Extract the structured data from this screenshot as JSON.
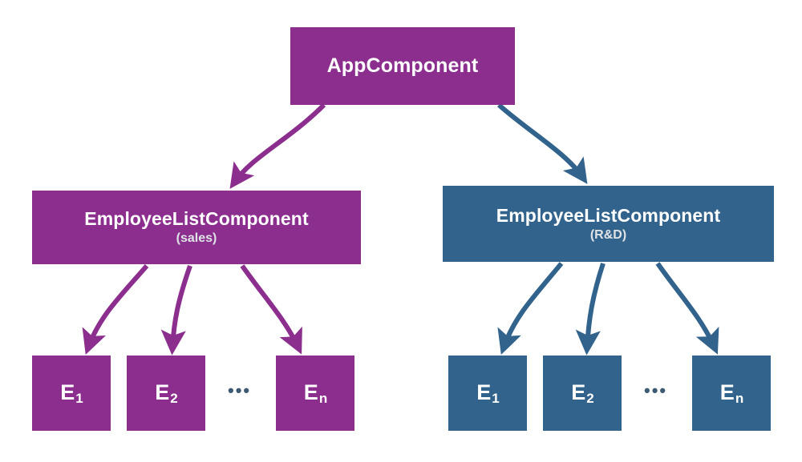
{
  "diagram": {
    "title": "Angular component tree with two EmployeeListComponent instances",
    "colors": {
      "purple": "#8B2E8E",
      "blue": "#32638C",
      "background": "#FFFFFF",
      "node_text": "#FFFFFF",
      "node_subtext": "#DFE3E6",
      "ellipsis": "#3D5A73"
    }
  },
  "nodes": {
    "root": {
      "label": "AppComponent",
      "color": "#8B2E8E"
    },
    "sales_list": {
      "label": "EmployeeListComponent",
      "sublabel": "(sales)",
      "color": "#8B2E8E"
    },
    "rd_list": {
      "label": "EmployeeListComponent",
      "sublabel": "(R&D)",
      "color": "#32638C"
    }
  },
  "sales_employees": [
    {
      "base": "E",
      "subscript": "1"
    },
    {
      "base": "E",
      "subscript": "2"
    },
    {
      "base": "E",
      "subscript": "n"
    }
  ],
  "rd_employees": [
    {
      "base": "E",
      "subscript": "1"
    },
    {
      "base": "E",
      "subscript": "2"
    },
    {
      "base": "E",
      "subscript": "n"
    }
  ],
  "ellipsis": {
    "sales": "•••",
    "rd": "•••"
  },
  "edges": [
    {
      "from": "AppComponent",
      "to": "EmployeeListComponent (sales)",
      "color": "#8B2E8E"
    },
    {
      "from": "AppComponent",
      "to": "EmployeeListComponent (R&D)",
      "color": "#32638C"
    },
    {
      "from": "EmployeeListComponent (sales)",
      "to": "E1",
      "color": "#8B2E8E"
    },
    {
      "from": "EmployeeListComponent (sales)",
      "to": "E2",
      "color": "#8B2E8E"
    },
    {
      "from": "EmployeeListComponent (sales)",
      "to": "En",
      "color": "#8B2E8E"
    },
    {
      "from": "EmployeeListComponent (R&D)",
      "to": "E1",
      "color": "#32638C"
    },
    {
      "from": "EmployeeListComponent (R&D)",
      "to": "E2",
      "color": "#32638C"
    },
    {
      "from": "EmployeeListComponent (R&D)",
      "to": "En",
      "color": "#32638C"
    }
  ]
}
